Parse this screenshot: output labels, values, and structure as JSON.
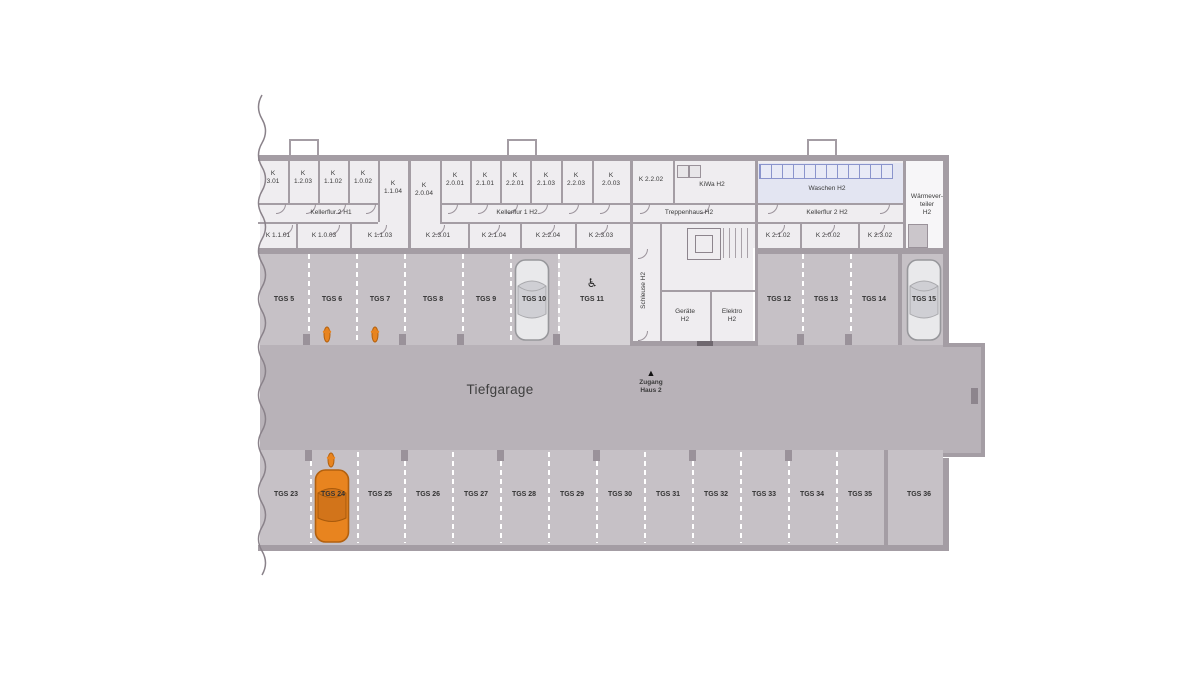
{
  "colors": {
    "wall": "#a49da4",
    "room_fill": "#efedf0",
    "stall_fill": "#c6c1c6",
    "accessible_stall_fill": "#d6d2d6",
    "aisle_fill": "#b8b2b8",
    "waschen_fill": "#e3e5f2",
    "car_silver": "#e9e9eb",
    "car_orange": "#e8841f"
  },
  "cellar": {
    "h1_top_rooms": [
      "K\n3.01",
      "K\n1.2.03",
      "K\n1.1.02",
      "K\n1.0.02",
      "K\n1.1.04"
    ],
    "h1_corridor": "Kellerflur 2 H1",
    "h1_bottom_rooms": [
      "K 1.1.01",
      "K 1.0.03",
      "K 1.1.03"
    ],
    "h2_top_rooms": [
      "K\n2.0.04",
      "K\n2.0.01",
      "K\n2.1.01",
      "K\n2.2.01",
      "K\n2.1.03",
      "K\n2.2.03",
      "K\n2.0.03"
    ],
    "h2_corridor": "Kellerflur 1 H2",
    "h2_bottom_rooms": [
      "K 2.3.01",
      "K 2.1.04",
      "K 2.2.04",
      "K 2.3.03"
    ],
    "stair_room": "K 2.2.02",
    "kiwa": "KiWa H2",
    "stairwell": "Treppenhaus H2",
    "schleuse": "Schleuse H2",
    "geraete": "Geräte\nH2",
    "elektro": "Elektro\nH2",
    "waschen": "Waschen H2",
    "h2_right_corridor": "Kellerflur 2 H2",
    "right_bottom_rooms": [
      "K 2.1.02",
      "K 2.0.02",
      "K 2.3.02"
    ],
    "waermeverteiler": "Wärmever-\nteiler\nH2"
  },
  "garage": {
    "name": "Tiefgarage",
    "access": "Zugang\nHaus 2",
    "access_arrow": "▲",
    "wheelchair_icon": "♿",
    "row1": [
      "TGS 5",
      "TGS 6",
      "TGS 7",
      "TGS 8",
      "TGS 9",
      "TGS 10",
      "TGS 11",
      "TGS 12",
      "TGS 13",
      "TGS 14",
      "TGS 15"
    ],
    "row2": [
      "TGS 23",
      "TGS 24",
      "TGS 25",
      "TGS 26",
      "TGS 27",
      "TGS 28",
      "TGS 29",
      "TGS 30",
      "TGS 31",
      "TGS 32",
      "TGS 33",
      "TGS 34",
      "TGS 35",
      "TGS 36"
    ]
  }
}
